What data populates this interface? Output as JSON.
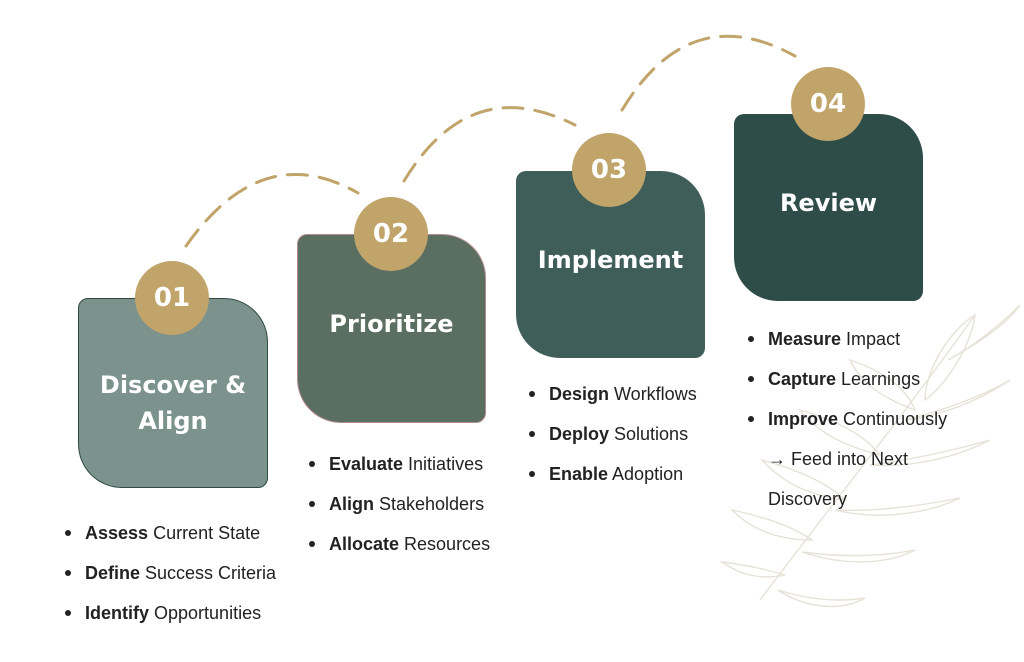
{
  "colors": {
    "gold": "#c1a46a",
    "card1": "#7b938c",
    "card2": "#5a6e61",
    "card3": "#3f5e59",
    "card4": "#2f4d48",
    "text": "#222222"
  },
  "icons": [
    "leaf-decoration-icon",
    "dashed-arc-connector-icon"
  ],
  "steps": [
    {
      "number": "01",
      "title": "Discover &",
      "title2": "Align",
      "points": [
        {
          "bold": "Assess",
          "rest": " Current State"
        },
        {
          "bold": "Define",
          "rest": " Success Criteria"
        },
        {
          "bold": "Identify",
          "rest": " Opportunities"
        }
      ]
    },
    {
      "number": "02",
      "title": "Prioritize",
      "points": [
        {
          "bold": "Evaluate",
          "rest": " Initiatives"
        },
        {
          "bold": "Align",
          "rest": " Stakeholders"
        },
        {
          "bold": "Allocate",
          "rest": " Resources"
        }
      ]
    },
    {
      "number": "03",
      "title": "Implement",
      "points": [
        {
          "bold": "Design",
          "rest": " Workflows"
        },
        {
          "bold": "Deploy",
          "rest": " Solutions"
        },
        {
          "bold": "Enable",
          "rest": " Adoption"
        }
      ]
    },
    {
      "number": "04",
      "title": "Review",
      "points": [
        {
          "bold": "Measure",
          "rest": " Impact"
        },
        {
          "bold": "Capture",
          "rest": " Learnings"
        },
        {
          "bold": "Improve",
          "rest": " Continuously"
        }
      ],
      "continuation": [
        "→ Feed into Next",
        "Discovery"
      ]
    }
  ]
}
